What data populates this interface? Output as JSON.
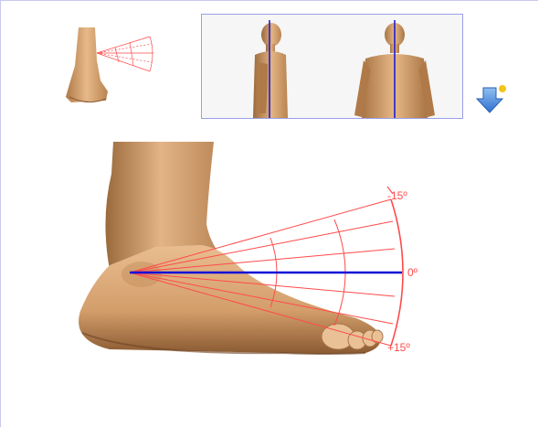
{
  "angle_labels": {
    "top": "-15º",
    "middle": "0º",
    "bottom": "+15º"
  },
  "colors": {
    "gauge": "#ff4a4a",
    "axis_line": "#1010d8",
    "skin_light": "#e7b98a",
    "skin_dark": "#8a5a32",
    "panel_border": "#9aa0e8",
    "button_blue": "#3a7fd9",
    "button_dot": "#f2c419"
  },
  "icons": {
    "download_button": "arrow-down-icon"
  }
}
